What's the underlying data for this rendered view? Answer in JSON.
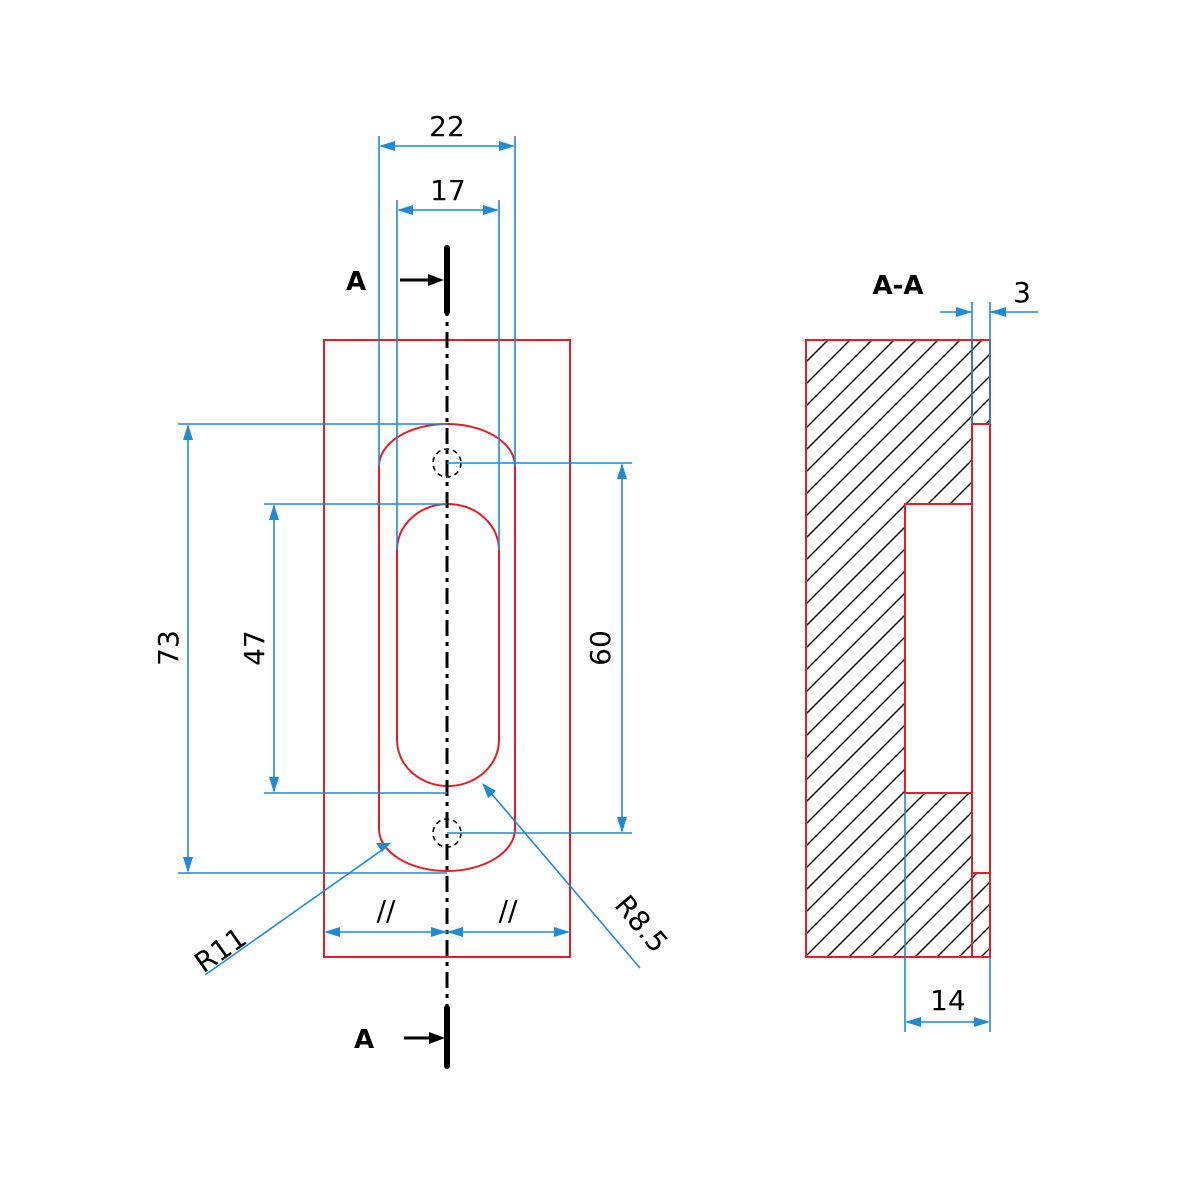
{
  "colors": {
    "part_outline": "#e41e26",
    "dimension": "#1f8ad6",
    "centerline": "#000000"
  },
  "front_view": {
    "section_marker_top": "A",
    "section_marker_bottom": "A"
  },
  "section_view": {
    "label": "A-A"
  },
  "dimensions": {
    "slot_outer_width": "22",
    "slot_inner_width": "17",
    "outer_slot_length": "73",
    "inner_slot_length": "47",
    "hole_spacing": "60",
    "outer_radius": "R11",
    "inner_radius": "R8.5",
    "symmetry_left": "//",
    "symmetry_right": "//",
    "lip_thickness": "3",
    "pocket_depth": "14"
  }
}
